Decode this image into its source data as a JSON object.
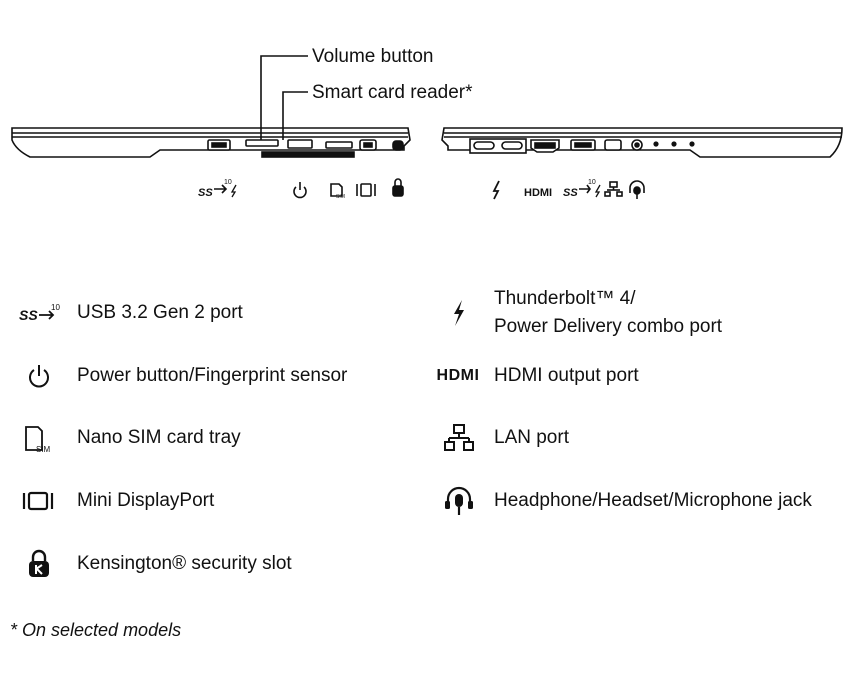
{
  "callouts": {
    "volume_button": "Volume button",
    "smart_card_reader": "Smart card reader*"
  },
  "legend_left": [
    {
      "icon": "usb-ss10-icon",
      "label": "USB 3.2 Gen 2 port"
    },
    {
      "icon": "power-icon",
      "label": "Power button/Fingerprint sensor"
    },
    {
      "icon": "sim-card-icon",
      "label": "Nano SIM card tray"
    },
    {
      "icon": "mini-displayport-icon",
      "label": "Mini DisplayPort"
    },
    {
      "icon": "kensington-lock-icon",
      "label": "Kensington® security slot"
    }
  ],
  "legend_right": [
    {
      "icon": "thunderbolt-icon",
      "label_lines": [
        "Thunderbolt™ 4/",
        "Power Delivery combo port"
      ]
    },
    {
      "icon": "hdmi-icon",
      "icon_text": "HDMI",
      "label": "HDMI output port"
    },
    {
      "icon": "lan-icon",
      "label": "LAN port"
    },
    {
      "icon": "headset-jack-icon",
      "label": "Headphone/Headset/Microphone jack"
    }
  ],
  "footnote": "* On selected models",
  "icon_text": {
    "hdmi": "HDMI",
    "sim": "SIM",
    "ss": "SS",
    "ten": "10"
  }
}
